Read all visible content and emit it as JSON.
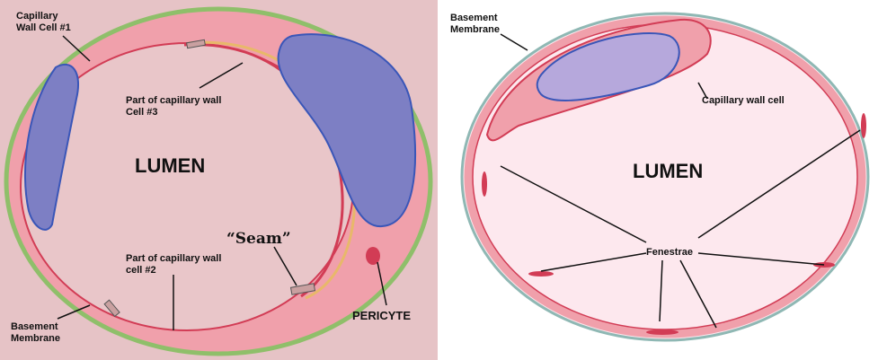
{
  "left": {
    "lumen": "LUMEN",
    "cell1_line1": "Capillary",
    "cell1_line2": "Wall Cell #1",
    "cell3_line1": "Part of capillary wall",
    "cell3_line2": "Cell #3",
    "cell2_line1": "Part of capillary wall",
    "cell2_line2": "cell #2",
    "seam": "“Seam”",
    "basement_line1": "Basement",
    "basement_line2": "Membrane",
    "pericyte": "PERICYTE"
  },
  "right": {
    "lumen": "LUMEN",
    "basement_line1": "Basement",
    "basement_line2": "Membrane",
    "capillary_wall_cell": "Capillary wall cell",
    "fenestrae": "Fenestrae"
  },
  "colors": {
    "left_bg": "#e6c3c6",
    "wall": "#f0a0ab",
    "wall_edge": "#d23c55",
    "basement": "#8fbf6a",
    "nucleus": "#7d7fc4",
    "nucleus_edge": "#3a56b8",
    "right_lumen": "#fde8ee",
    "right_basement": "#8fb8b4"
  }
}
